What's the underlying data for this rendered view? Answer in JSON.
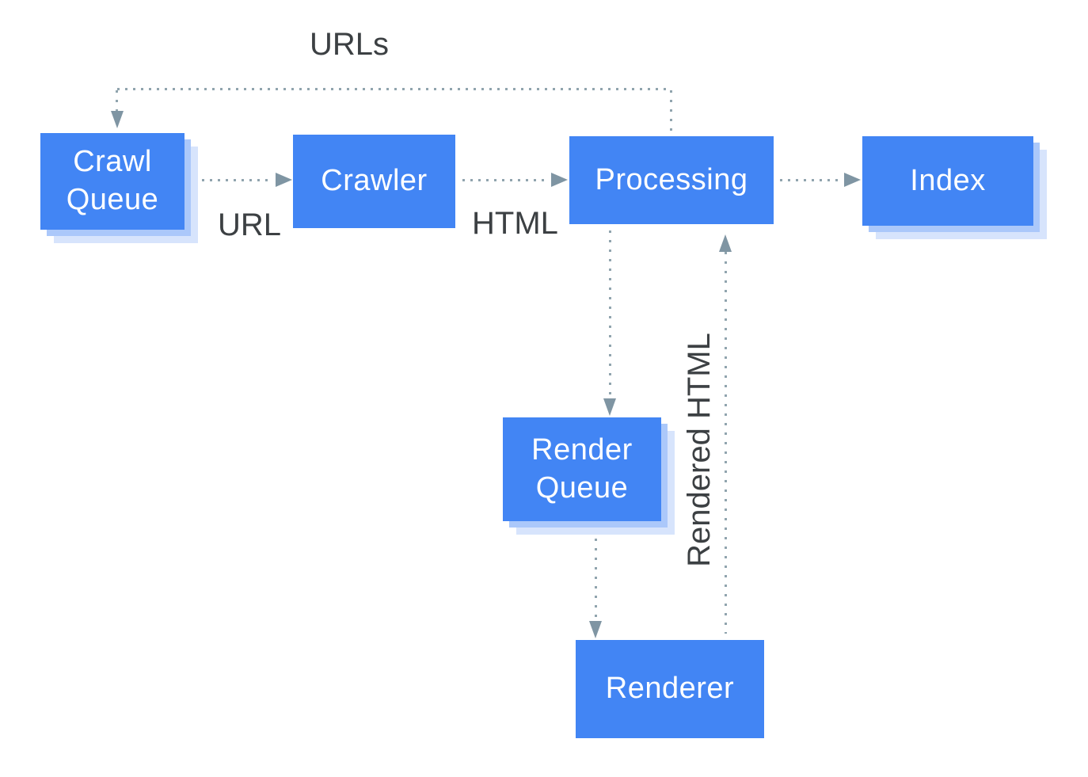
{
  "diagram": {
    "description": "Google crawl-render-index pipeline diagram",
    "nodes": [
      {
        "id": "crawl-queue",
        "label": "Crawl Queue",
        "shadow": true
      },
      {
        "id": "crawler",
        "label": "Crawler",
        "shadow": false
      },
      {
        "id": "processing",
        "label": "Processing",
        "shadow": false
      },
      {
        "id": "index",
        "label": "Index",
        "shadow": true
      },
      {
        "id": "render-queue",
        "label": "Render Queue",
        "shadow": true
      },
      {
        "id": "renderer",
        "label": "Renderer",
        "shadow": false
      }
    ],
    "edges": [
      {
        "from": "processing",
        "to": "crawl-queue",
        "label": "URLs",
        "style": "dotted"
      },
      {
        "from": "crawl-queue",
        "to": "crawler",
        "label": "URL",
        "style": "dotted"
      },
      {
        "from": "crawler",
        "to": "processing",
        "label": "HTML",
        "style": "dotted"
      },
      {
        "from": "processing",
        "to": "index",
        "label": "",
        "style": "dotted"
      },
      {
        "from": "processing",
        "to": "render-queue",
        "label": "",
        "style": "dotted"
      },
      {
        "from": "render-queue",
        "to": "renderer",
        "label": "",
        "style": "dotted"
      },
      {
        "from": "renderer",
        "to": "processing",
        "label": "Rendered HTML",
        "style": "dotted"
      }
    ],
    "colors": {
      "node_fill": "#4285f4",
      "node_text": "#ffffff",
      "shadow_inner": "#abc8fa",
      "shadow_outer": "#d7e4fc",
      "connector_dots": "#90a4ae",
      "arrowhead": "#7f95a3",
      "edge_label_text": "#3c4043",
      "background": "#ffffff"
    }
  }
}
